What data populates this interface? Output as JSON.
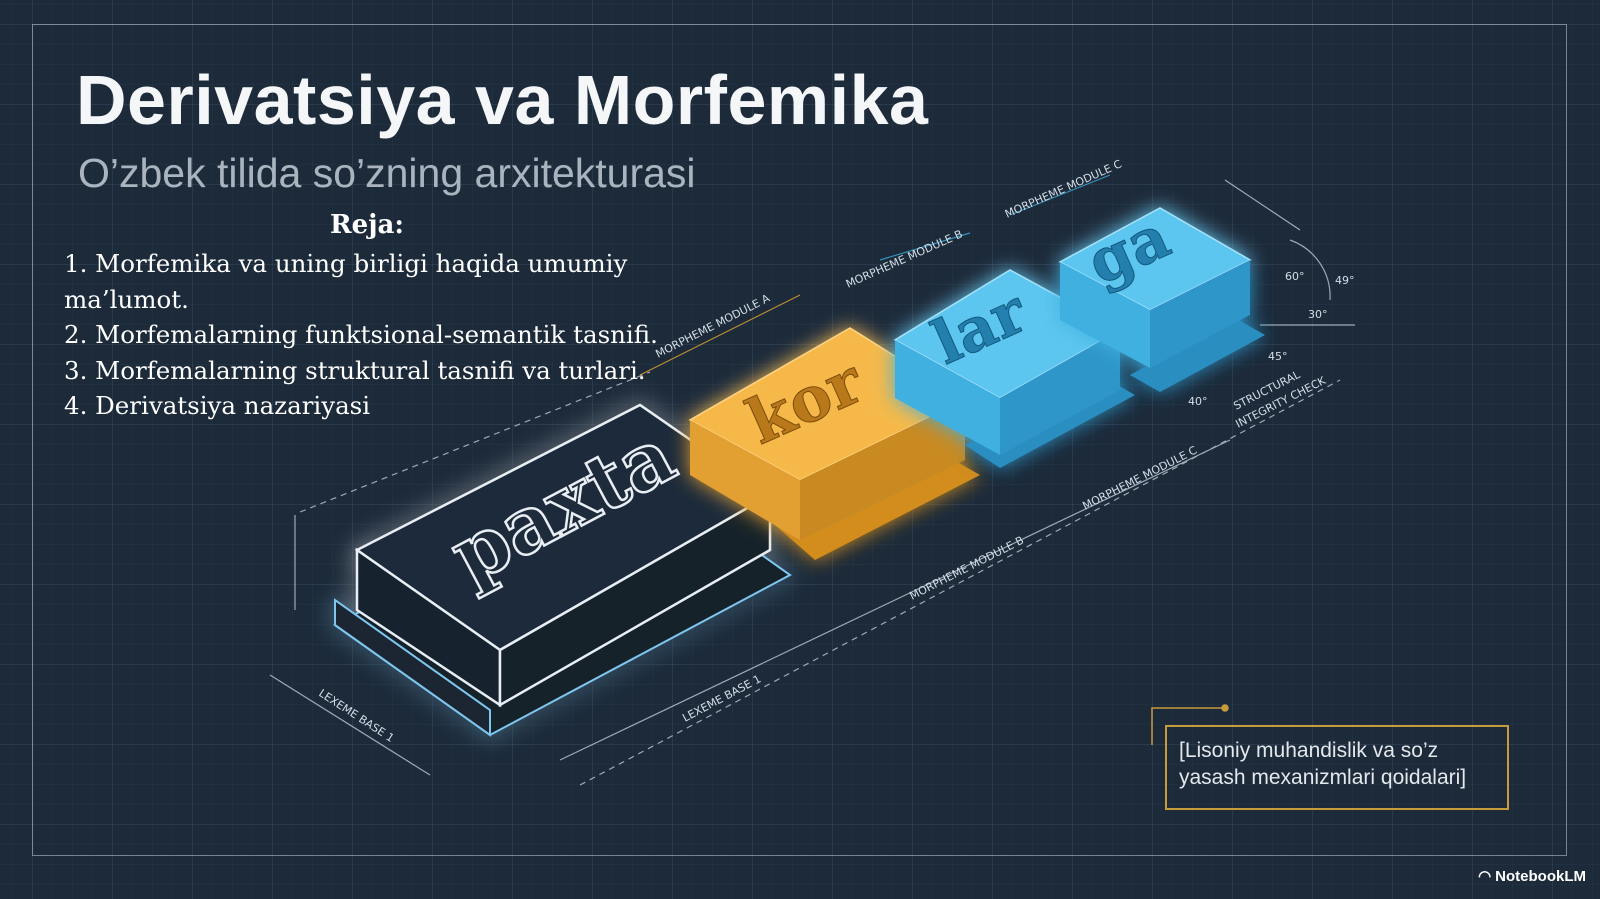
{
  "slide": {
    "title": "Derivatsiya va Morfemika",
    "subtitle": "O’zbek tilida so’zning arxitekturasi"
  },
  "plan": {
    "heading": "Reja:",
    "items": [
      "1. Morfemika va uning birligi haqida umumiy ma’lumot.",
      "2. Morfemalarning funktsional-semantik tasnifi.",
      "3. Morfemalarning struktural tasnifi va turlari.",
      "4. Derivatsiya nazariyasi"
    ]
  },
  "blocks": [
    {
      "text": "paxta",
      "color": "#1e2b3a"
    },
    {
      "text": "kor",
      "color": "#f2ae35"
    },
    {
      "text": "lar",
      "color": "#3fb3e4"
    },
    {
      "text": "ga",
      "color": "#3fb3e4"
    }
  ],
  "annotations": {
    "module_a": "MORPHEME MODULE A",
    "module_b_top": "MORPHEME MODULE B",
    "module_c_top": "MORPHEME MODULE C",
    "module_b_bottom": "MORPHEME MODULE B",
    "module_c_bottom": "MORPHEME MODULE C",
    "lexeme_base_left": "LEXEME BASE 1",
    "lexeme_base_right": "LEXEME BASE 1",
    "structural": "STRUCTURAL",
    "integrity": "INTEGRITY CHECK",
    "angle_60": "60°",
    "angle_49": "49°",
    "angle_30": "30°",
    "angle_45": "45°",
    "angle_40": "40°"
  },
  "note": {
    "line1": "[Lisoniy muhandislik va so’z",
    "line2": "yasash mexanizmlari qoidalari]"
  },
  "brand": {
    "label": "NotebookLM"
  },
  "colors": {
    "background": "#1c2a3a",
    "orange": "#f2ae35",
    "blue": "#3fb3e4",
    "gold_frame": "#c79a3a"
  }
}
